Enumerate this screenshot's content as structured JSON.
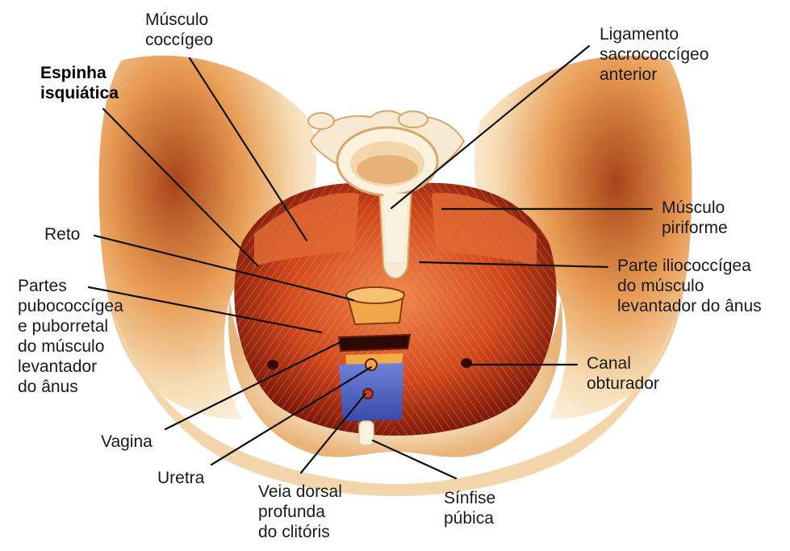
{
  "labels": {
    "musculo_coccigeo": "Músculo\ncoccígeo",
    "espinha_isquiatica": "Espinha\nisquiática",
    "ligamento_sacrococcigeo": "Ligamento\nsacrococcígeo\nanterior",
    "reto": "Reto",
    "musculo_piriforme": "Músculo\npiriforme",
    "parte_iliococcigea": "Parte iliococcígea\ndo músculo\nlevantador do ânus",
    "partes_pubococcigea": "Partes\npubococcígea\ne puborretal\ndo músculo\nlevantador\ndo ânus",
    "canal_obturador": "Canal\nobturador",
    "vagina": "Vagina",
    "uretra": "Uretra",
    "veia_dorsal": "Veia dorsal\nprofunda\ndo clitóris",
    "sinfise_pubica": "Sínfise\npúbica"
  },
  "colors": {
    "bone": "#f6e3c4",
    "bone_shadow": "#d9843a",
    "muscle": "#c8401e",
    "muscle_dark": "#7a1208",
    "muscle_light": "#ef8a4a",
    "membrane_blue": "#4b5fc0",
    "leader_line": "#111111"
  }
}
